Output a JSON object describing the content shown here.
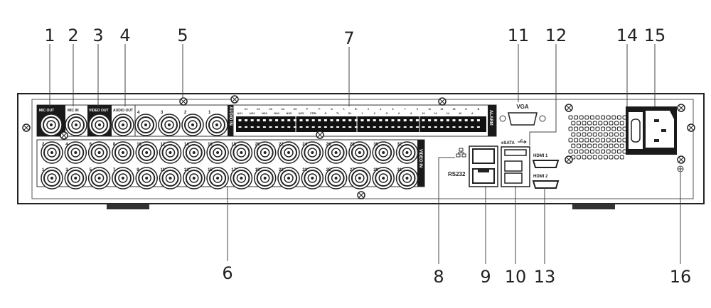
{
  "callouts": [
    "1",
    "2",
    "3",
    "4",
    "5",
    "6",
    "7",
    "8",
    "9",
    "10",
    "11",
    "12",
    "13",
    "14",
    "15",
    "16"
  ],
  "labels": {
    "mic_out": "MIC OUT",
    "mic_in": "MIC IN",
    "video_out": "VIDEO OUT",
    "audio_out": "AUDIO OUT",
    "audio_in": "AUDIO IN",
    "video_in": "VIDEO IN",
    "alarm": "ALARM",
    "vga": "VGA",
    "esata": "eSATA",
    "rs232": "RS232",
    "hdmi1": "HDMI 1",
    "hdmi2": "HDMI 2"
  },
  "audio_in_channels": [
    "4",
    "3",
    "2",
    "1"
  ],
  "video_in_top": [
    "2",
    "4",
    "6",
    "8",
    "10",
    "12",
    "14",
    "16",
    "18",
    "20",
    "22",
    "24",
    "26",
    "28",
    "30",
    "32"
  ],
  "video_in_bottom": [
    "1",
    "3",
    "5",
    "7",
    "9",
    "11",
    "13",
    "15",
    "17",
    "19",
    "21",
    "23",
    "25",
    "27",
    "29",
    "31"
  ],
  "alarm_terminals": [
    "NO1",
    "C1",
    "NO2",
    "C2",
    "NO3",
    "C3",
    "NO4",
    "C4",
    "NO5",
    "C5",
    "NC5",
    "P",
    "CTRL",
    "P",
    "G",
    "G",
    "T+",
    "T-",
    "R+",
    "R-",
    "1",
    "2",
    "3",
    "4",
    "G",
    "5",
    "6",
    "7",
    "8",
    "9",
    "10",
    "11",
    "12",
    "13",
    "14",
    "15",
    "16",
    "G",
    "A",
    "B"
  ]
}
